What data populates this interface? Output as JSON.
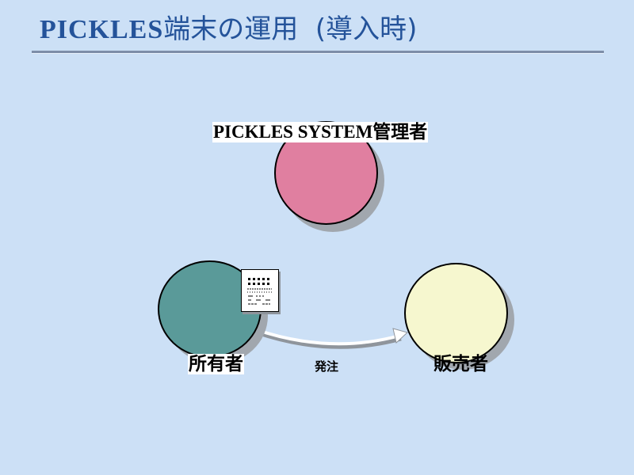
{
  "title": {
    "latin": "PICKLES",
    "japanese": "端末の運用",
    "suffix": "(導入時)"
  },
  "nodes": {
    "admin": {
      "label": "PICKLES SYSTEM管理者",
      "color": "#e07fa0"
    },
    "owner": {
      "label": "所有者",
      "color": "#5a9a99"
    },
    "seller": {
      "label": "販売者",
      "color": "#f6f7cf"
    }
  },
  "edge": {
    "label": "発注"
  },
  "document_icon": "order-form-icon",
  "colors": {
    "background": "#cce0f6",
    "title": "#24539a",
    "rule": "#7d8ea8",
    "shadow": "#a1a7ae"
  }
}
